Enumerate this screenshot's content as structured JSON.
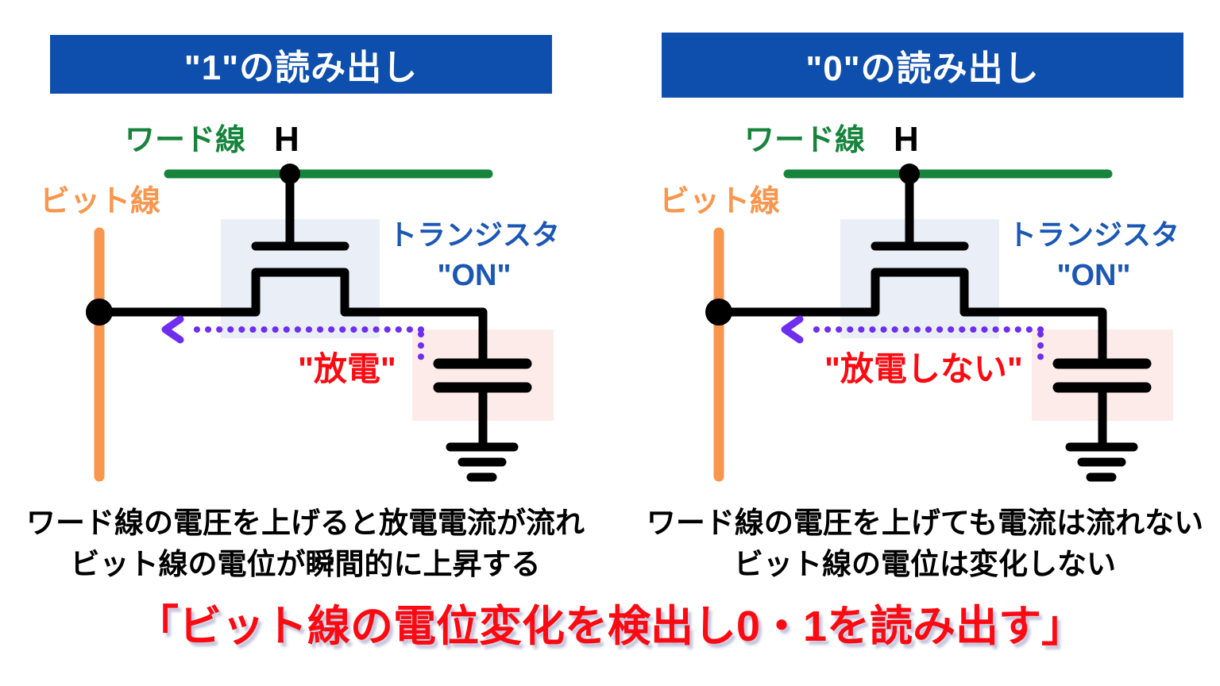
{
  "colors": {
    "header_blue": "#0e4fae",
    "title_text": "#ffffff",
    "word_line_green": "#17843c",
    "bit_line_orange": "#f9964d",
    "wire_black": "#000000",
    "transistor_blue": "#1b57b5",
    "discharge_red": "#fb0a12",
    "arrow_purple": "#6f2df0",
    "transistor_box": "#e9eef7",
    "capacitor_box": "#fcebe9",
    "summary_red": "#fb0a12"
  },
  "panels": [
    {
      "title": "\"1\"の読み出し",
      "word_line_label": "ワード線",
      "word_line_level": "H",
      "bit_line_label": "ビット線",
      "transistor_label": "トランジスタ",
      "transistor_state": "\"ON\"",
      "discharge_label": "\"放電\"",
      "caption_line1": "ワード線の電圧を上げると放電電流が流れ",
      "caption_line2": "ビット線の電位が瞬間的に上昇する"
    },
    {
      "title": "\"0\"の読み出し",
      "word_line_label": "ワード線",
      "word_line_level": "H",
      "bit_line_label": "ビット線",
      "transistor_label": "トランジスタ",
      "transistor_state": "\"ON\"",
      "discharge_label": "\"放電しない\"",
      "caption_line1": "ワード線の電圧を上げても電流は流れない",
      "caption_line2": "ビット線の電位は変化しない"
    }
  ],
  "summary": "「ビット線の電位変化を検出し0・1を読み出す」"
}
